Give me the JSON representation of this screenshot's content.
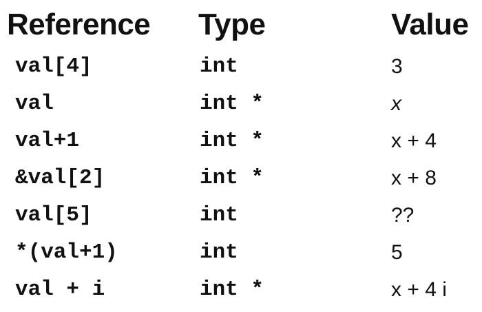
{
  "headers": {
    "reference": "Reference",
    "type": "Type",
    "value": "Value"
  },
  "rows": [
    {
      "reference": "val[4]",
      "type": "int",
      "value": "3"
    },
    {
      "reference": "val",
      "type": "int *",
      "value": "x"
    },
    {
      "reference": "val+1",
      "type": "int *",
      "value": "x + 4"
    },
    {
      "reference": "&val[2]",
      "type": "int *",
      "value": "x + 8"
    },
    {
      "reference": "val[5]",
      "type": "int",
      "value": "??"
    },
    {
      "reference": "*(val+1)",
      "type": "int",
      "value": "5"
    },
    {
      "reference": "val + i",
      "type": "int *",
      "value": "x + 4 i"
    }
  ]
}
